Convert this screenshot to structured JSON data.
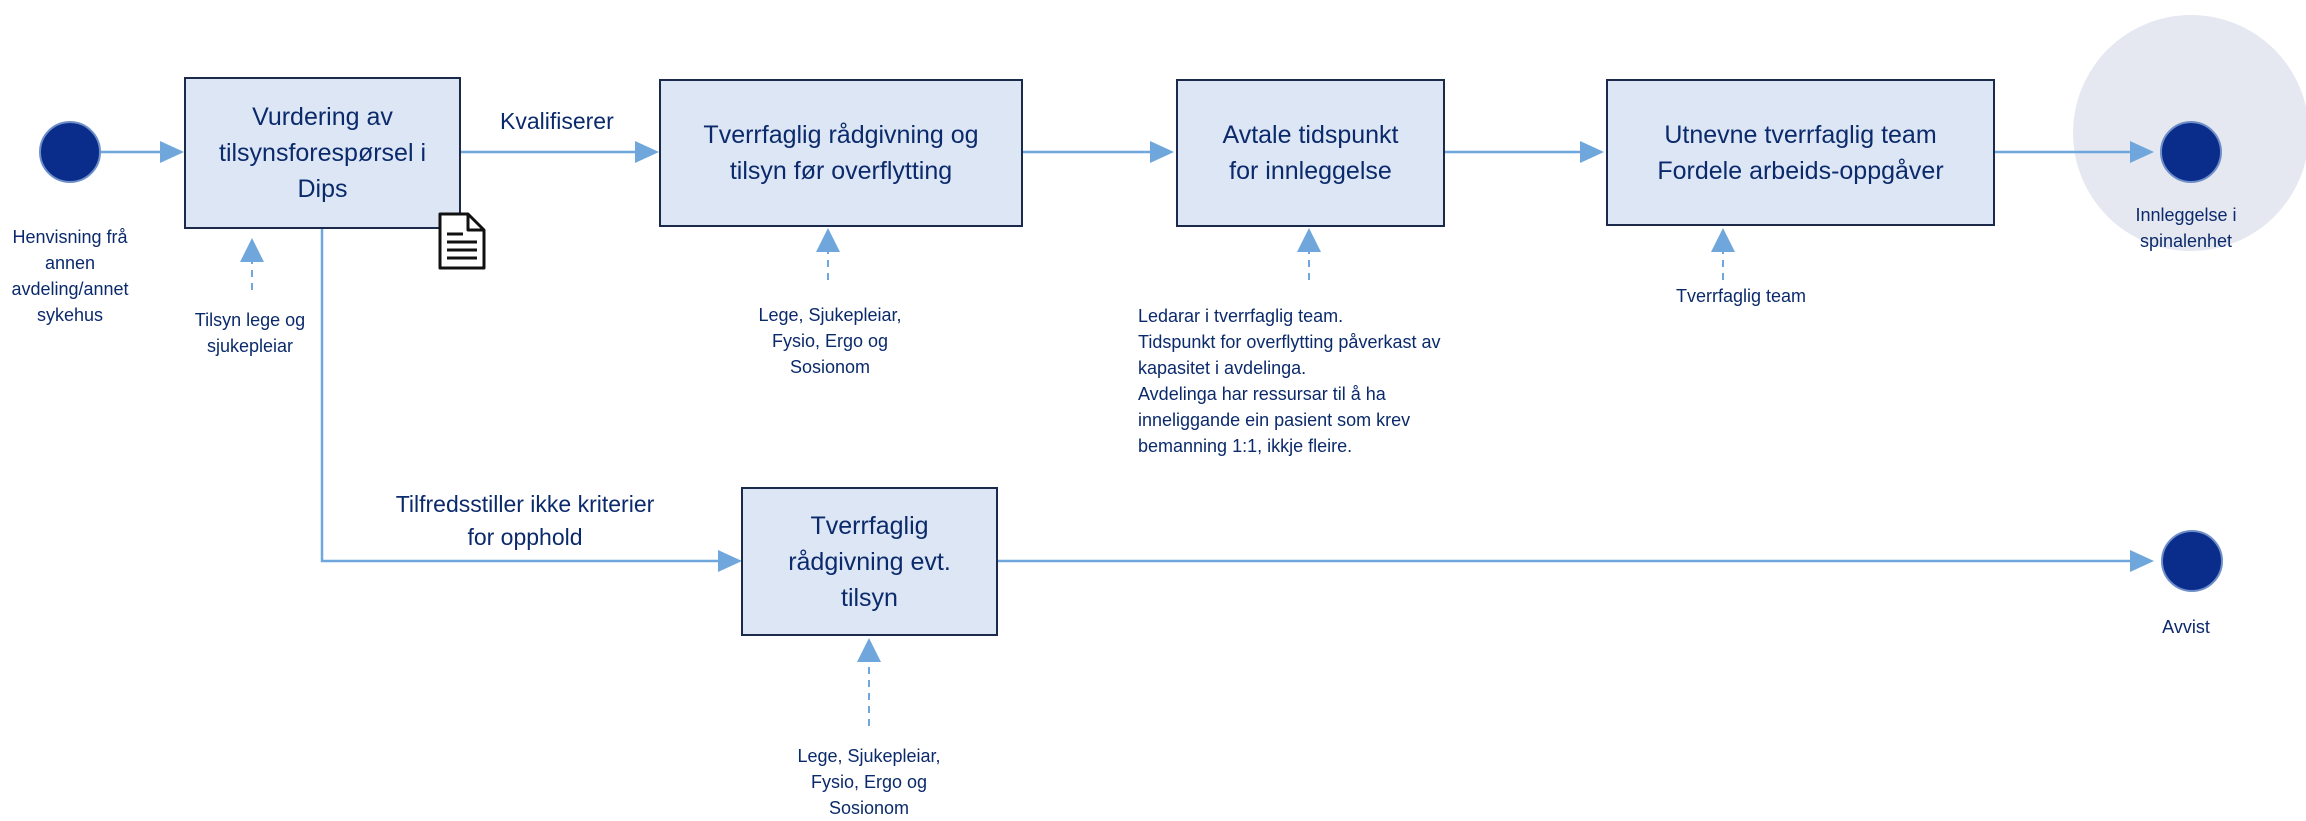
{
  "colors": {
    "box_fill": "#dde6f5",
    "box_border": "#1b2a4a",
    "arrow": "#6fa7dc",
    "event_circle": "#0a2d8c",
    "highlight_circle": "#e6e8f1",
    "text": "#0b2a6b"
  },
  "events": {
    "start_label": "Henvisning frå\nannen\navdeling/annet\nsykehus",
    "end_admitted_label": "Innleggelse i\nspinalenhet",
    "end_rejected_label": "Avvist"
  },
  "tasks": {
    "assess": "Vurdering av\ntilsynsforespørsel i\nDips",
    "advice_before_transfer": "Tverrfaglig rådgivning og\ntilsyn før overflytting",
    "schedule_admission": "Avtale tidspunkt\nfor innleggelse",
    "appoint_team": "Utnevne tverrfaglig team\nFordele arbeids-oppgåver",
    "advice_optional": "Tverrfaglig\nrådgivning evt.\ntilsyn"
  },
  "flow_labels": {
    "qualifies": "Kvalifiserer",
    "not_qualified": "Tilfredsstiller ikke kriterier\nfor opphold"
  },
  "annotations": {
    "assess_resources": "Tilsyn lege og\nsjukepleiar",
    "advice_resources": "Lege, Sjukepleiar,\nFysio, Ergo og\nSosionom",
    "schedule_resources": "Ledarar i tverrfaglig team.\nTidspunkt for overflytting påverkast av\nkapasitet i avdelinga.\nAvdelinga har ressursar til å ha\ninneliggande ein pasient som krev\nbemanning 1:1, ikkje fleire.",
    "team_resources": "Tverrfaglig team",
    "optional_resources": "Lege, Sjukepleiar,\nFysio, Ergo og\nSosionom"
  },
  "icons": {
    "document": "document-icon"
  }
}
